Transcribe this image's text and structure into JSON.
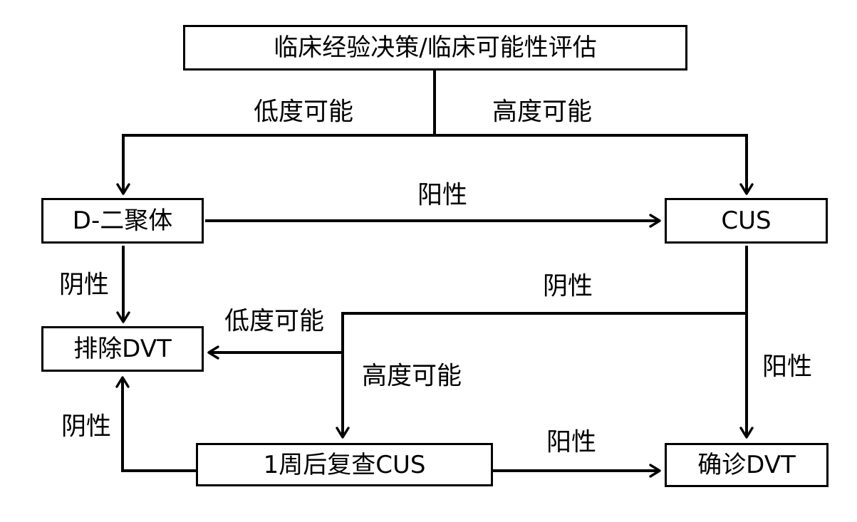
{
  "diagram": {
    "title": "DVT diagnostic decision flowchart",
    "colors": {
      "ink": "#000000",
      "background": "#ffffff"
    },
    "nodes": {
      "assessment": "临床经验决策/临床可能性评估",
      "ddimer": "D-二聚体",
      "cus": "CUS",
      "exclude": "排除DVT",
      "recheck": "1周后复查CUS",
      "confirm": "确诊DVT"
    },
    "edge_labels": {
      "low_probability_top": "低度可能",
      "high_probability_top": "高度可能",
      "positive_ddimer": "阳性",
      "negative_ddimer": "阴性",
      "negative_cus": "阴性",
      "low_probability_mid": "低度可能",
      "high_probability_mid": "高度可能",
      "positive_cus": "阳性",
      "negative_recheck": "阴性",
      "positive_recheck": "阳性"
    }
  }
}
